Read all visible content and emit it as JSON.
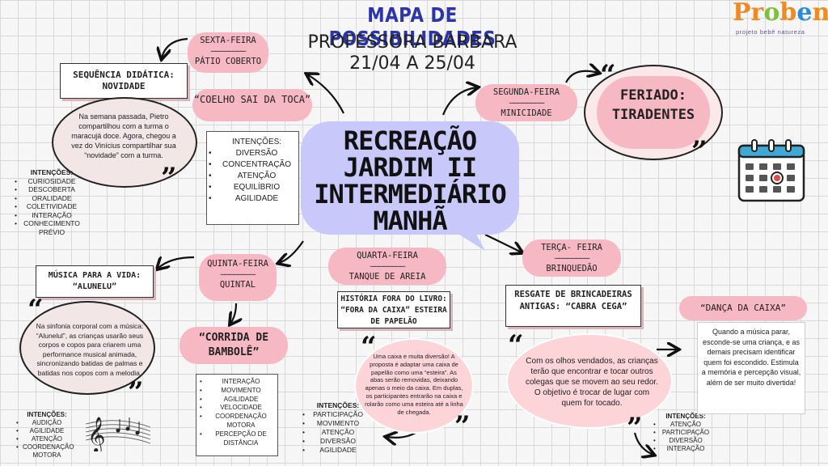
{
  "header": {
    "title": "MAPA DE POSSIBILIDADES",
    "teacher": "PROFESSORA BÁRBARA",
    "dates": "21/04  A  25/04"
  },
  "logo": {
    "name": "Proben",
    "subtitle": "projeto bebê natureza"
  },
  "center": {
    "line1": "RECREAÇÃO",
    "line2": "JARDIM II",
    "line3": "INTERMEDIÁRIO",
    "line4": "MANHÃ"
  },
  "friday": {
    "day": "SEXTA-FEIRA",
    "dash": "————————",
    "place": "PÁTIO COBERTO",
    "sequence": "SEQUÊNCIA DIDÁTICA: NOVIDADE",
    "activity": "“COELHO SAI DA TOCA”",
    "text": "Na semana passada, Pietro compartilhou com a turma o maracujá doce. Agora, chegou a vez do Vinícius compartilhar sua “novidade” com a turma.",
    "left_intentions": [
      "INTENÇÕES:",
      "CURIOSIDADE",
      "DESCOBERTA",
      "ORALIDADE",
      "COLETIVIDADE",
      "INTERAÇÃO",
      "CONHECIMENTO PRÉVIO"
    ],
    "box_intentions": [
      "INTENÇÕES:",
      "DIVERSÃO",
      "CONCENTRAÇÃO",
      "ATENÇÃO",
      "EQUILÍBRIO",
      "AGILIDADE"
    ]
  },
  "monday": {
    "day": "SEGUNDA-FEIRA",
    "dash": "————————",
    "place": "MINICIDADE",
    "holiday": "FERIADO: TIRADENTES"
  },
  "tuesday": {
    "day": "TERÇA- FEIRA",
    "dash": "————————",
    "place": "BRINQUEDÃO",
    "title": "RESGATE DE BRINCADEIRAS ANTIGAS: “CABRA CEGA”",
    "text": "Com os olhos vendados, as crianças terão que encontrar e tocar outros colegas que se movem ao seu redor. O objetivo é trocar de lugar com quem for tocado.",
    "intentions": [
      "INTENÇÕES:",
      "ATENÇÃO",
      "PARTICIPAÇÃO",
      "DIVERSÃO",
      "INTERAÇÃO"
    ],
    "extra_title": "“DANÇA DA CAIXA”",
    "extra_text": "Quando a música parar, esconde-se uma criança, e as demais precisam identificar quem foi escondido. Estimula a memória e percepção visual, além de ser muito divertida!"
  },
  "wednesday": {
    "day": "QUARTA-FEIRA",
    "dash": "————————",
    "place": "TANQUE DE AREIA",
    "title": "HISTÓRIA FORA DO LIVRO: “FORA DA CAIXA” ESTEIRA DE PAPELÃO",
    "text": "Uma caixa e muita diversão! A proposta é adaptar uma caixa de papelão como uma “esteira”. As abas serão removidas, deixando apenas o meio da caixa. Em duplas, os participantes entrarão na caixa e rolarão como uma esteira até a linha de chegada.",
    "intentions": [
      "INTENÇÕES:",
      "PARTICIPAÇÃO",
      "MOVIMENTO",
      "ATENÇÃO",
      "DIVERSÃO",
      "AGILIDADE"
    ]
  },
  "thursday": {
    "day": "QUINTA-FEIRA",
    "dash": "————————",
    "place": "QUINTAL",
    "music_title": "MÚSICA PARA A VIDA: “ALUNELU”",
    "music_text": "Na sinfonia corporal com a música: “Alunelul”, as crianças usarão seus corpos e copos para criarem uma performance musical animada, sincronizando batidas de palmas e batidas nos copos com a melodia.",
    "music_intentions": [
      "INTENÇÕES:",
      "AUDIÇÃO",
      "AGILIDADE",
      "ATENÇÃO",
      "COORDENAÇÃO MOTORA"
    ],
    "activity": "“CORRIDA DE BAMBOLÊ”",
    "box_intentions": [
      "INTERAÇÃO",
      "MOVIMENTO",
      "AGILIDADE",
      "VELOCIDADE",
      "COORDENAÇÃO MOTORA",
      "PERCEPÇÃO DE DISTÂNCIA"
    ]
  },
  "colors": {
    "title": "#2b34a8",
    "pink": "#f6b8c2",
    "center": "#c8c8fb",
    "calendar": "#3fa9d6"
  }
}
